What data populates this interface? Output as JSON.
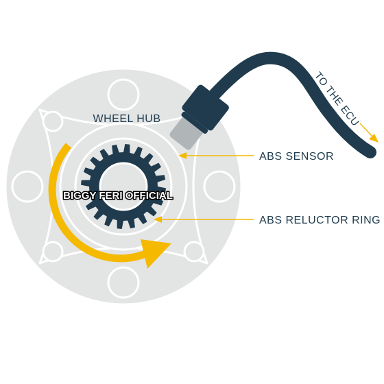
{
  "labels": {
    "wheel_hub": "WHEEL HUB",
    "abs_sensor": "ABS SENSOR",
    "abs_reluctor_ring": "ABS RELUCTOR RING",
    "to_the_ecu": "TO THE ECU"
  },
  "watermark": "BIGGY FERI OFFICIAL",
  "reluctor_teeth": 20,
  "colors": {
    "hub_fill": "#e3e4e4",
    "outline": "#ffffff",
    "ink": "#1f3b4d",
    "accent": "#f5b900",
    "sensor_tip": "#b0b5b8"
  },
  "icons": [
    "rotation-arrow-icon",
    "pointer-arrow-icon"
  ]
}
